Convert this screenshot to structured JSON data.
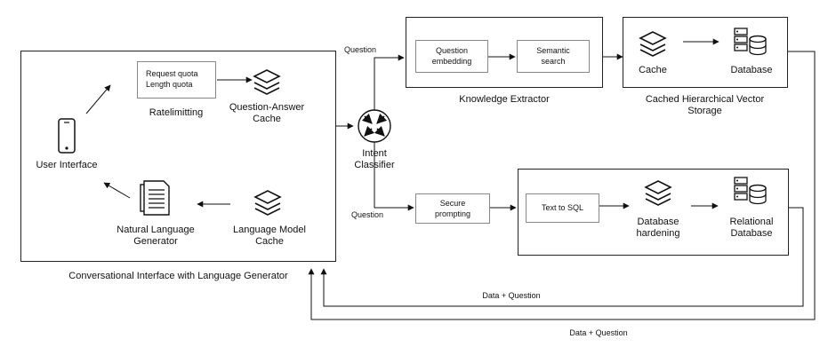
{
  "panels": {
    "conversational": "Conversational Interface with Language Generator",
    "knowledge": "Knowledge Extractor",
    "vector_storage_line1": "Cached Hierarchical Vector",
    "vector_storage_line2": "Storage"
  },
  "nodes": {
    "user_interface": "User Interface",
    "quota_line1": "Request quota",
    "quota_line2": "Length quota",
    "ratelimitting": "Ratelimitting",
    "qa_cache_line1": "Question-Answer",
    "qa_cache_line2": "Cache",
    "nlg_line1": "Natural Language",
    "nlg_line2": "Generator",
    "lm_cache_line1": "Language Model",
    "lm_cache_line2": "Cache",
    "intent_line1": "Intent",
    "intent_line2": "Classifier",
    "question_embedding_line1": "Question",
    "question_embedding_line2": "embedding",
    "semantic_search_line1": "Semantic",
    "semantic_search_line2": "search",
    "cache": "Cache",
    "database": "Database",
    "secure_prompting_line1": "Secure",
    "secure_prompting_line2": "prompting",
    "text_to_sql": "Text to SQL",
    "db_hardening_line1": "Database",
    "db_hardening_line2": "hardening",
    "relational_line1": "Relational",
    "relational_line2": "Database"
  },
  "edges": {
    "question_top": "Question",
    "question_bottom": "Question",
    "data_question_1": "Data + Question",
    "data_question_2": "Data + Question"
  }
}
